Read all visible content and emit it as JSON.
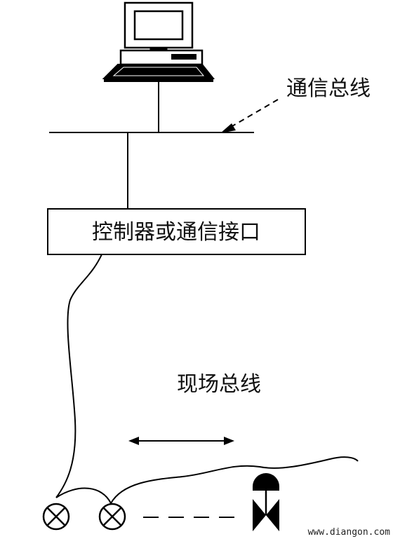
{
  "labels": {
    "comm_bus": "通信总线",
    "controller": "控制器或通信接口",
    "field_bus": "现场总线"
  },
  "watermark": "www.diangon.com",
  "colors": {
    "stroke": "#000000",
    "background": "#ffffff"
  },
  "icons": {
    "computer": "desktop-computer-icon",
    "instrument": "circled-x-instrument-icon",
    "valve": "control-valve-icon"
  }
}
